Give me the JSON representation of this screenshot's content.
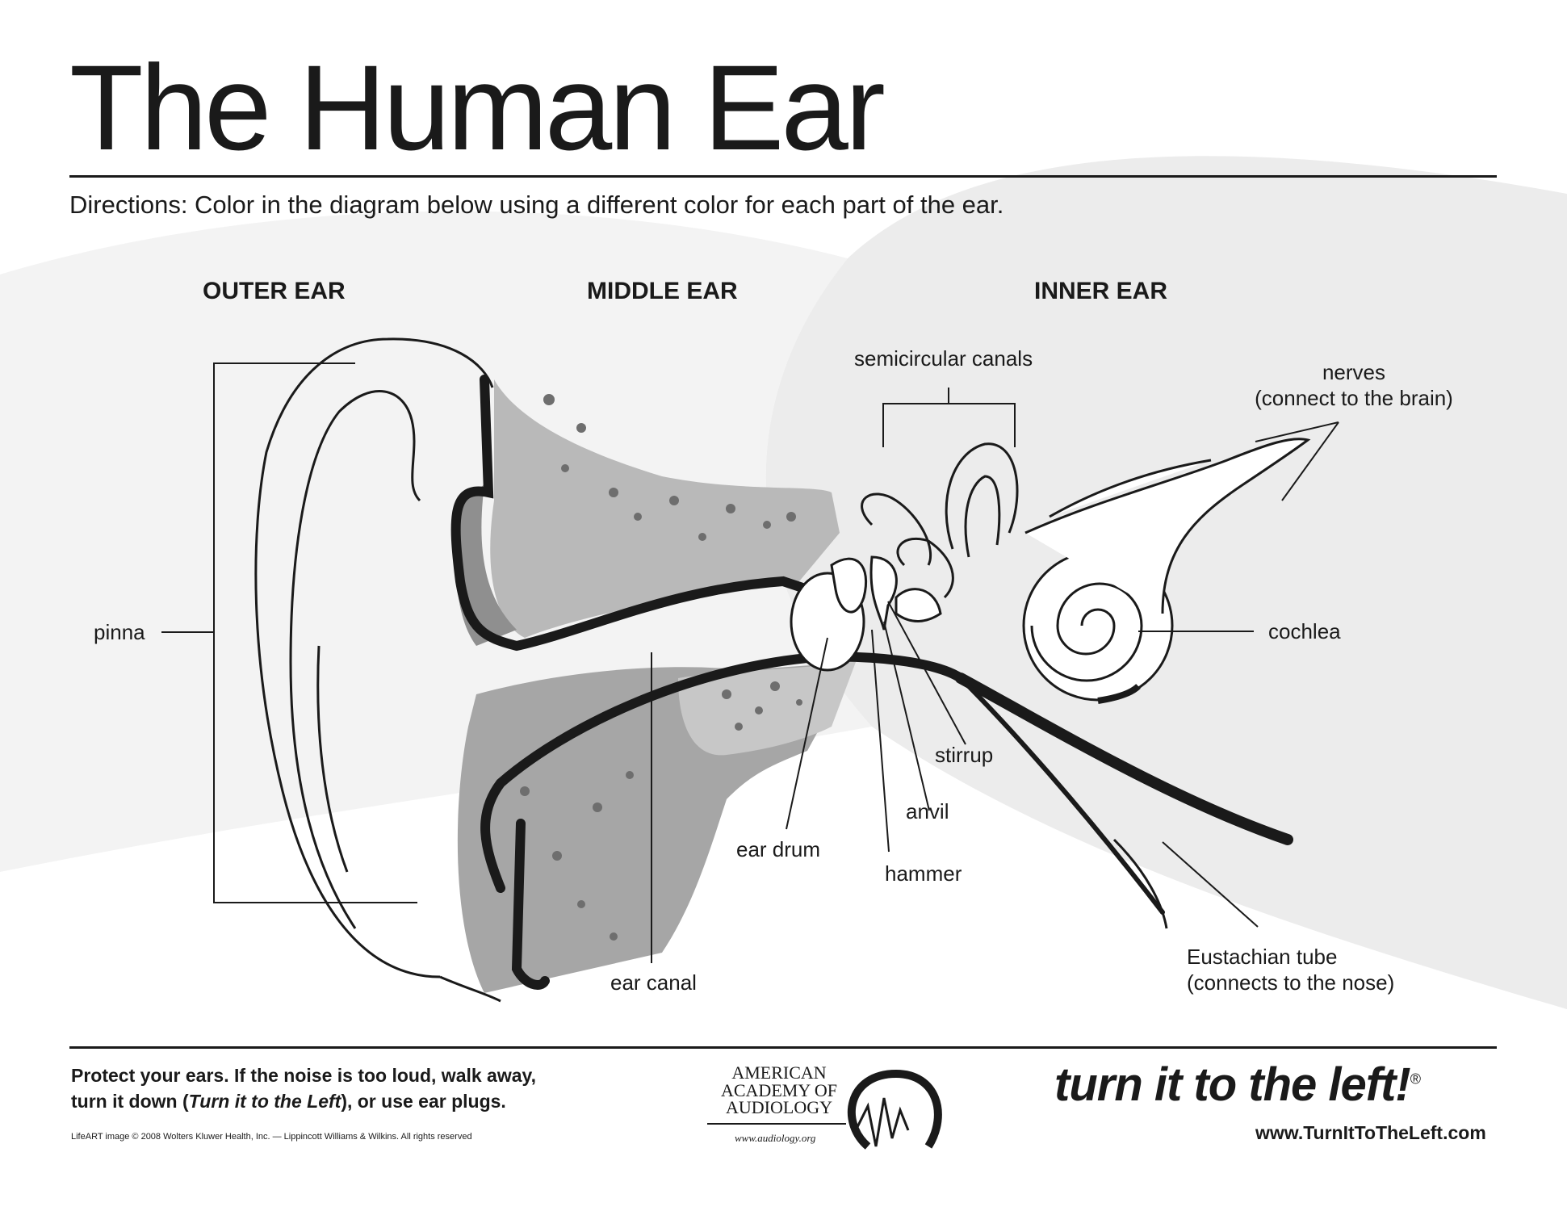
{
  "header": {
    "title": "The Human Ear",
    "directions": "Directions: Color in the diagram below using a different color for each part of the ear."
  },
  "sections": {
    "outer": "OUTER EAR",
    "middle": "MIDDLE EAR",
    "inner": "INNER EAR"
  },
  "labels": {
    "pinna": "pinna",
    "semicircular_canals": "semicircular canals",
    "nerves_line1": "nerves",
    "nerves_line2": "(connect to the brain)",
    "cochlea": "cochlea",
    "stirrup": "stirrup",
    "anvil": "anvil",
    "ear_drum": "ear drum",
    "hammer": "hammer",
    "ear_canal": "ear canal",
    "eustachian_line1": "Eustachian tube",
    "eustachian_line2": "(connects to the nose)"
  },
  "footer": {
    "protect_line1": "Protect your ears. If the noise is too loud, walk away,",
    "protect_line2_start": "turn it down (",
    "protect_line2_italic": "Turn it to the Left",
    "protect_line2_end": "), or use ear plugs.",
    "credit": "LifeART image © 2008 Wolters Kluwer Health, Inc. — Lippincott Williams & Wilkins. All rights reserved",
    "aaa_line1": "AMERICAN",
    "aaa_line2": "ACADEMY OF",
    "aaa_line3": "AUDIOLOGY",
    "aaa_url": "www.audiology.org",
    "tagline": "turn it to the left!",
    "registered": "®",
    "website": "www.TurnItToTheLeft.com"
  },
  "colors": {
    "ink": "#1a1a1a",
    "bone_gray": "#9a9a9a",
    "light_gray": "#d6d6d6",
    "background_swirl": "#f1f1f1"
  }
}
